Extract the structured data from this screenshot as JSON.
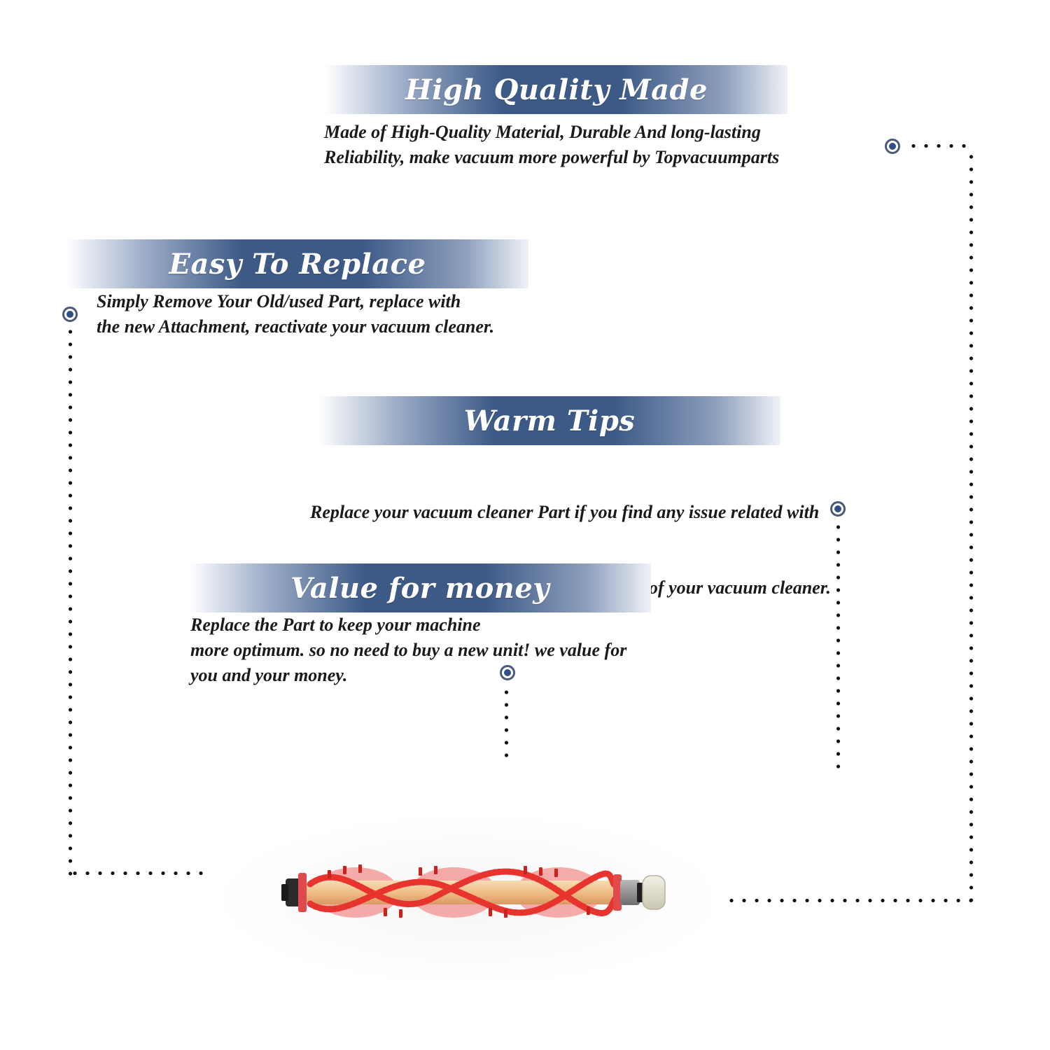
{
  "sections": [
    {
      "title": "High Quality Made",
      "lines": [
        "Made of  High-Quality Material, Durable And long-lasting",
        "Reliability, make vacuum more powerful by Topvacuumparts"
      ]
    },
    {
      "title": "Easy To Replace",
      "lines": [
        "Simply Remove Your Old/used Part, replace with",
        "the new Attachment, reactivate your vacuum cleaner."
      ]
    },
    {
      "title": "Warm Tips",
      "lines": [
        "Replace your vacuum cleaner Part if you find any issue related with",
        " attachment to ensure optimum performance of your vacuum cleaner."
      ]
    },
    {
      "title": "Value for money",
      "lines": [
        "Replace the Part to keep your machine",
        "more optimum. so no need to buy a new unit! we value for",
        "you and your money."
      ]
    }
  ],
  "colors": {
    "banner": "#3d5a87",
    "marker": "#2f4f86",
    "dots": "#111111",
    "bristles": "#e8342f",
    "roller": "#f2c48f"
  },
  "product": {
    "icon": "brush-roll-image"
  }
}
